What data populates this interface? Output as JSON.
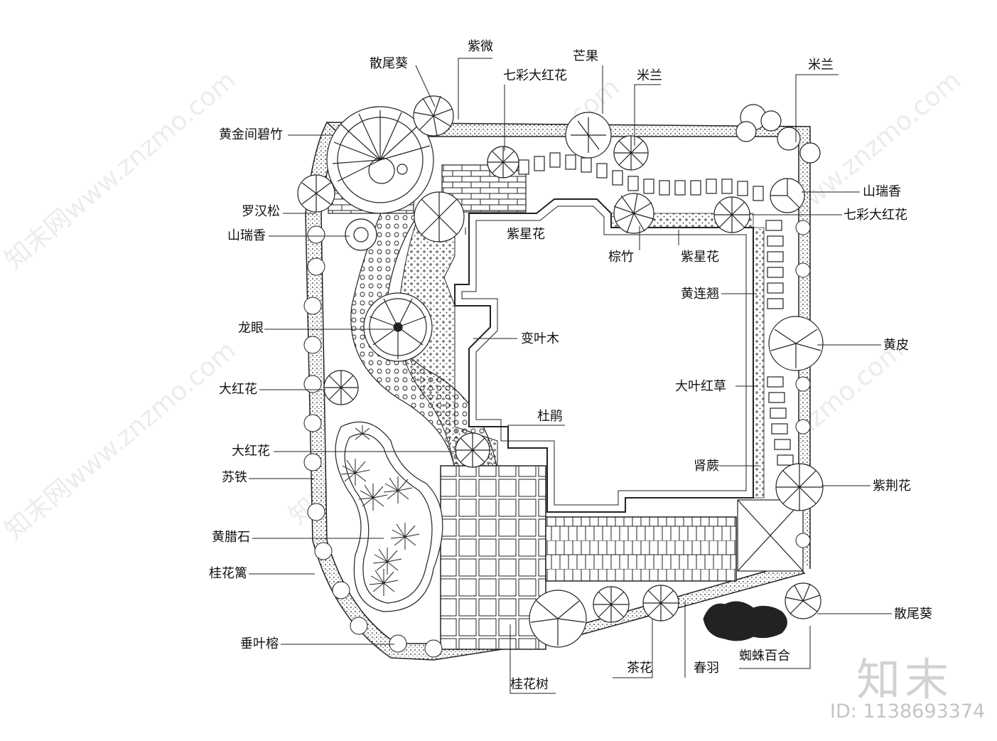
{
  "labels": {
    "zi_wei": "紫微",
    "san_wei_kui_top": "散尾葵",
    "mang_guo": "芒果",
    "qi_cai_top": "七彩大红花",
    "mi_lan_center": "米兰",
    "mi_lan_right": "米兰",
    "huang_jin_jian_bi_zhu": "黄金间碧竹",
    "shan_rui_xiang_right": "山瑞香",
    "qi_cai_right": "七彩大红花",
    "luo_han_song": "罗汉松",
    "shan_rui_xiang_left": "山瑞香",
    "zi_xing_hua_left": "紫星花",
    "zong_zhu": "棕竹",
    "zi_xing_hua_right": "紫星花",
    "huang_lian_qiao": "黄连翘",
    "long_yan": "龙眼",
    "bian_ye_mu": "变叶木",
    "huang_pi": "黄皮",
    "da_hong_hua_1": "大红花",
    "da_ye_hong_cao": "大叶红草",
    "du_juan": "杜鹃",
    "da_hong_hua_2": "大红花",
    "shen_jue": "肾蕨",
    "su_tie": "苏铁",
    "zi_jing_hua": "紫荆花",
    "huang_la_shi": "黄腊石",
    "gui_hua_li": "桂花篱",
    "san_wei_kui_bottom": "散尾葵",
    "chui_ye_rong": "垂叶榕",
    "cha_hua": "茶花",
    "chun_yu": "春羽",
    "zhi_zhu_bai_he": "蜘蛛百合",
    "gui_hua_shu": "桂花树"
  },
  "watermark": {
    "brand": "知末",
    "id_text": "ID: 1138693374",
    "site_text": "知末网www.znzmo.com"
  }
}
